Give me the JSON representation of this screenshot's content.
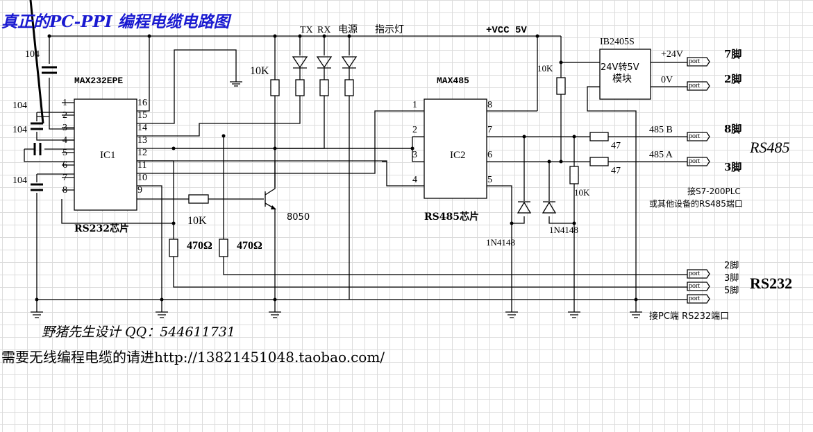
{
  "title": "真正的PC-PPI 编程电缆电路图",
  "supply": {
    "vcc_label": "+VCC 5V"
  },
  "indicators": {
    "tx": "TX",
    "rx": "RX",
    "power": "电源",
    "caption": "指示灯"
  },
  "ic1": {
    "part": "MAX232EPE",
    "ref": "IC1",
    "caption": "RS232芯片",
    "left_pins": [
      "1",
      "2",
      "3",
      "4",
      "5",
      "6",
      "7",
      "8"
    ],
    "right_pins": [
      "16",
      "15",
      "14",
      "13",
      "12",
      "11",
      "10",
      "9"
    ]
  },
  "ic2": {
    "part": "MAX485",
    "ref": "IC2",
    "caption": "RS485芯片",
    "left_pins": [
      "1",
      "2",
      "3",
      "4"
    ],
    "right_pins": [
      "8",
      "7",
      "6",
      "5"
    ]
  },
  "capacitors": {
    "c_top": "104",
    "c_12": "104",
    "c_34": "104",
    "c_7": "104"
  },
  "resistors": {
    "r_led_supply": "10K",
    "r_base": "10K",
    "r_pullup": "10K",
    "r_pulldown": "10K",
    "r_470a": "470Ω",
    "r_470b": "470Ω",
    "r_b": "47",
    "r_a": "47"
  },
  "transistor": {
    "part": "8050"
  },
  "diodes": {
    "d1": "1N4148",
    "d2": "1N4148"
  },
  "module": {
    "part": "IB2405S",
    "line1": "24V转5V",
    "line2": "模块",
    "out_pos": "+24V",
    "out_zero": "0V"
  },
  "ports": {
    "port_label": "port",
    "pin7": "7脚",
    "pin2": "2脚",
    "bus_b": "485 B",
    "bus_a": "485 A",
    "pin8": "8脚",
    "pin3": "3脚",
    "rs485_title": "RS485",
    "rs485_note1": "接S7-200PLC",
    "rs485_note2": "或其他设备的RS485端口",
    "rs232_pin2": "2脚",
    "rs232_pin3": "3脚",
    "rs232_pin5": "5脚",
    "rs232_title": "RS232",
    "rs232_note": "接PC端 RS232端口"
  },
  "footer": {
    "designer": "野猪先生设计 QQ：544611731",
    "promo": "需要无线编程电缆的请进http://13821451048.taobao.com/"
  }
}
